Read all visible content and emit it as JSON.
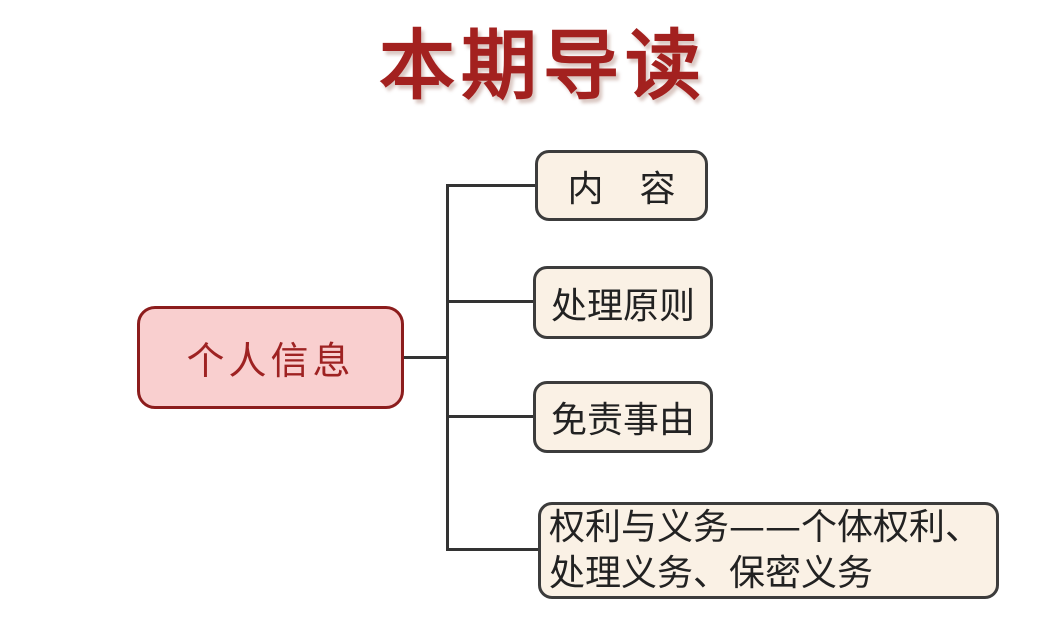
{
  "title": "本期导读",
  "diagram": {
    "root": {
      "label": "个人信息"
    },
    "children": [
      {
        "name": "content",
        "lines": [
          "内　容"
        ]
      },
      {
        "name": "processing-principles",
        "lines": [
          "处理原则"
        ]
      },
      {
        "name": "exemption-reasons",
        "lines": [
          "免责事由"
        ]
      },
      {
        "name": "rights-obligations",
        "lines": [
          "权利与义务——个体权利、",
          "处理义务、保密义务"
        ]
      }
    ]
  },
  "colors": {
    "background": "#ffffff",
    "title_text": "#a3211f",
    "root_fill": "#f9cfcf",
    "root_border": "#8c1d1d",
    "root_text": "#9e2222",
    "child_fill": "#faf1e5",
    "child_border": "#3c3c3c",
    "child_text": "#222222",
    "connector": "#333333"
  }
}
